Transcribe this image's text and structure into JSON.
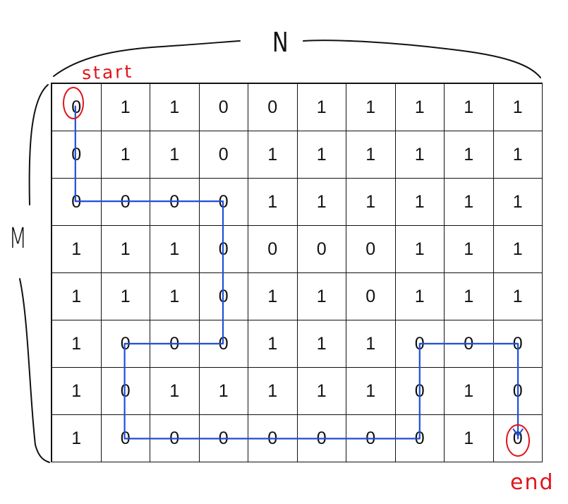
{
  "diagram": {
    "labels": {
      "n": "N",
      "m": "M",
      "start": "start",
      "end": "end"
    },
    "grid": [
      [
        "0",
        "1",
        "1",
        "0",
        "0",
        "1",
        "1",
        "1",
        "1",
        "1"
      ],
      [
        "0",
        "1",
        "1",
        "0",
        "1",
        "1",
        "1",
        "1",
        "1",
        "1"
      ],
      [
        "0",
        "0",
        "0",
        "0",
        "1",
        "1",
        "1",
        "1",
        "1",
        "1"
      ],
      [
        "1",
        "1",
        "1",
        "0",
        "0",
        "0",
        "0",
        "1",
        "1",
        "1"
      ],
      [
        "1",
        "1",
        "1",
        "0",
        "1",
        "1",
        "0",
        "1",
        "1",
        "1"
      ],
      [
        "1",
        "0",
        "0",
        "0",
        "1",
        "1",
        "1",
        "0",
        "0",
        "0"
      ],
      [
        "1",
        "0",
        "1",
        "1",
        "1",
        "1",
        "1",
        "0",
        "1",
        "0"
      ],
      [
        "1",
        "0",
        "0",
        "0",
        "0",
        "0",
        "0",
        "0",
        "1",
        "0"
      ]
    ],
    "path": [
      [
        0,
        0
      ],
      [
        1,
        0
      ],
      [
        2,
        0
      ],
      [
        2,
        1
      ],
      [
        2,
        2
      ],
      [
        2,
        3
      ],
      [
        3,
        3
      ],
      [
        4,
        3
      ],
      [
        5,
        3
      ],
      [
        5,
        2
      ],
      [
        5,
        1
      ],
      [
        6,
        1
      ],
      [
        7,
        1
      ],
      [
        7,
        2
      ],
      [
        7,
        3
      ],
      [
        7,
        4
      ],
      [
        7,
        5
      ],
      [
        7,
        6
      ],
      [
        7,
        7
      ],
      [
        6,
        7
      ],
      [
        5,
        7
      ],
      [
        5,
        8
      ],
      [
        5,
        9
      ],
      [
        6,
        9
      ],
      [
        7,
        9
      ]
    ],
    "colors": {
      "ink": "#111111",
      "path": "#1f4fd6",
      "marker": "#e0141c"
    }
  }
}
